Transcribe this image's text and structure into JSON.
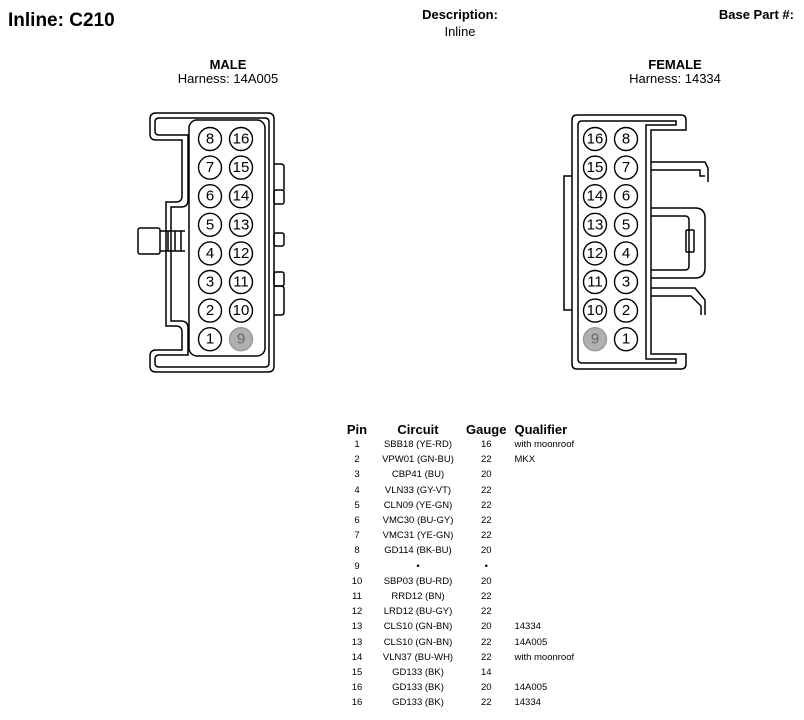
{
  "header": {
    "title": "Inline: C210",
    "description_label": "Description:",
    "description_value": "Inline",
    "base_part_label": "Base Part #:"
  },
  "male": {
    "title": "MALE",
    "harness": "Harness: 14A005",
    "pin_rows": [
      [
        "8",
        "16"
      ],
      [
        "7",
        "15"
      ],
      [
        "6",
        "14"
      ],
      [
        "5",
        "13"
      ],
      [
        "4",
        "12"
      ],
      [
        "3",
        "11"
      ],
      [
        "2",
        "10"
      ],
      [
        "1",
        "9"
      ]
    ],
    "gray_pins": [
      "9"
    ]
  },
  "female": {
    "title": "FEMALE",
    "harness": "Harness: 14334",
    "pin_rows": [
      [
        "16",
        "8"
      ],
      [
        "15",
        "7"
      ],
      [
        "14",
        "6"
      ],
      [
        "13",
        "5"
      ],
      [
        "12",
        "4"
      ],
      [
        "11",
        "3"
      ],
      [
        "10",
        "2"
      ],
      [
        "9",
        "1"
      ]
    ],
    "gray_pins": [
      "9"
    ]
  },
  "pin_table": {
    "headers": {
      "pin": "Pin",
      "circuit": "Circuit",
      "gauge": "Gauge",
      "qualifier": "Qualifier"
    },
    "rows": [
      {
        "pin": "1",
        "circuit": "SBB18 (YE-RD)",
        "gauge": "16",
        "qualifier": "with moonroof"
      },
      {
        "pin": "2",
        "circuit": "VPW01 (GN-BU)",
        "gauge": "22",
        "qualifier": "MKX"
      },
      {
        "pin": "3",
        "circuit": "CBP41 (BU)",
        "gauge": "20",
        "qualifier": ""
      },
      {
        "pin": "4",
        "circuit": "VLN33 (GY-VT)",
        "gauge": "22",
        "qualifier": ""
      },
      {
        "pin": "5",
        "circuit": "CLN09 (YE-GN)",
        "gauge": "22",
        "qualifier": ""
      },
      {
        "pin": "6",
        "circuit": "VMC30 (BU-GY)",
        "gauge": "22",
        "qualifier": ""
      },
      {
        "pin": "7",
        "circuit": "VMC31 (YE-GN)",
        "gauge": "22",
        "qualifier": ""
      },
      {
        "pin": "8",
        "circuit": "GD114 (BK-BU)",
        "gauge": "20",
        "qualifier": ""
      },
      {
        "pin": "9",
        "circuit": "•",
        "gauge": "•",
        "qualifier": ""
      },
      {
        "pin": "10",
        "circuit": "SBP03 (BU-RD)",
        "gauge": "20",
        "qualifier": ""
      },
      {
        "pin": "11",
        "circuit": "RRD12 (BN)",
        "gauge": "22",
        "qualifier": ""
      },
      {
        "pin": "12",
        "circuit": "LRD12 (BU-GY)",
        "gauge": "22",
        "qualifier": ""
      },
      {
        "pin": "13",
        "circuit": "CLS10 (GN-BN)",
        "gauge": "20",
        "qualifier": "14334"
      },
      {
        "pin": "13",
        "circuit": "CLS10 (GN-BN)",
        "gauge": "22",
        "qualifier": "14A005"
      },
      {
        "pin": "14",
        "circuit": "VLN37 (BU-WH)",
        "gauge": "22",
        "qualifier": "with moonroof"
      },
      {
        "pin": "15",
        "circuit": "GD133 (BK)",
        "gauge": "14",
        "qualifier": ""
      },
      {
        "pin": "16",
        "circuit": "GD133 (BK)",
        "gauge": "20",
        "qualifier": "14A005"
      },
      {
        "pin": "16",
        "circuit": "GD133 (BK)",
        "gauge": "22",
        "qualifier": "14334"
      }
    ]
  }
}
